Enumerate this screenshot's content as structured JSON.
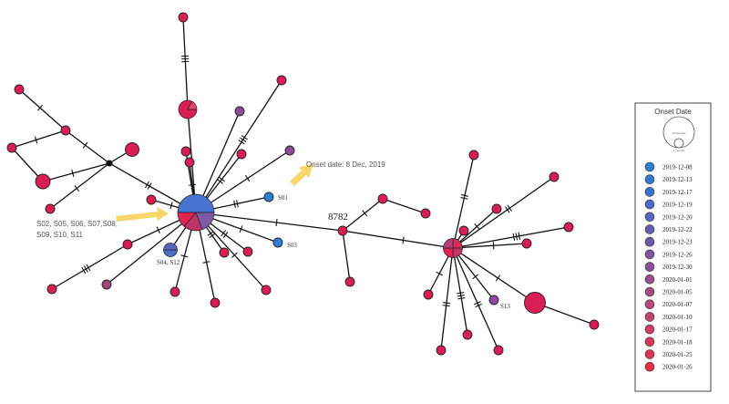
{
  "annotations": {
    "onset": "Onset date: 8 Dec, 2019",
    "group_main": "S02, S05, S06, S07,S08,",
    "group_main_2": "S09, S10, S11",
    "s01": "S01",
    "s03": "S03",
    "s04_s12": "S04, S12",
    "s13": "S13",
    "node_8782": "8782"
  },
  "legend": {
    "title": "Onset Date",
    "size_large": "10 samples",
    "size_small": "1 sample",
    "entries": [
      {
        "label": "2019-12-08",
        "color": "#2f7fd6"
      },
      {
        "label": "2019-12-13",
        "color": "#3379d4"
      },
      {
        "label": "2019-12-17",
        "color": "#3a72cc"
      },
      {
        "label": "2019-12-19",
        "color": "#4a6cc6"
      },
      {
        "label": "2019-12-20",
        "color": "#5566bc"
      },
      {
        "label": "2019-12-22",
        "color": "#6060b2"
      },
      {
        "label": "2019-12-23",
        "color": "#6c5aa8"
      },
      {
        "label": "2019-12-26",
        "color": "#7a56a0"
      },
      {
        "label": "2019-12-30",
        "color": "#8a5296"
      },
      {
        "label": "2020-01-01",
        "color": "#98508c"
      },
      {
        "label": "2020-01-05",
        "color": "#a64c82"
      },
      {
        "label": "2020-01-07",
        "color": "#b44878"
      },
      {
        "label": "2020-01-10",
        "color": "#c0446e"
      },
      {
        "label": "2020-01-17",
        "color": "#cc4064"
      },
      {
        "label": "2020-01-18",
        "color": "#d63a5a"
      },
      {
        "label": "2020-01-25",
        "color": "#de3452"
      },
      {
        "label": "2020-01-26",
        "color": "#e62e4a"
      }
    ]
  }
}
